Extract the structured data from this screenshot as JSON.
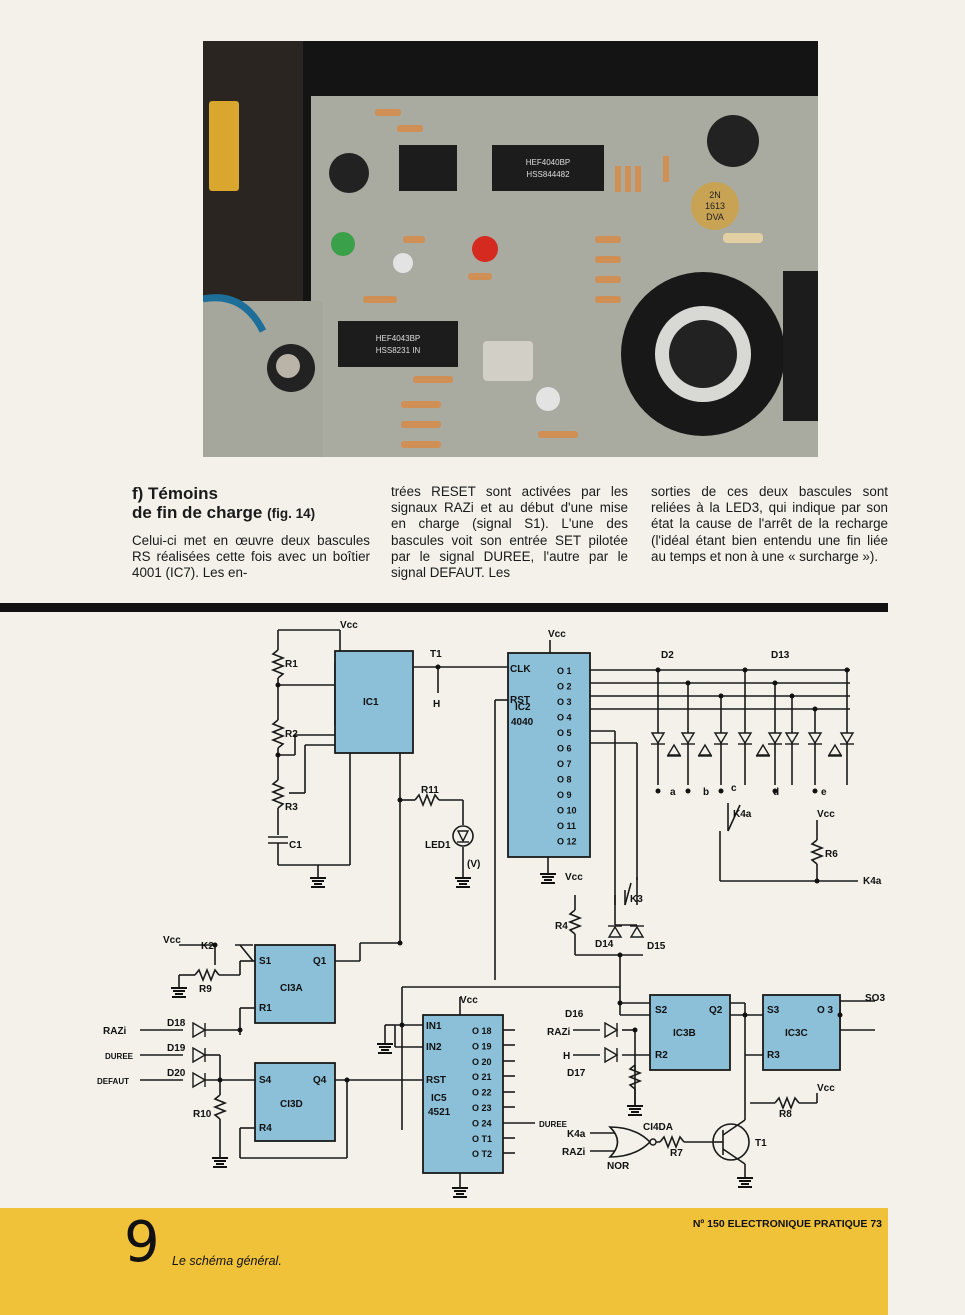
{
  "section": {
    "heading_line1": "f) Témoins",
    "heading_line2": "de fin de charge",
    "heading_ref": "(fig. 14)",
    "col1": "Celui-ci met en œuvre deux bascules RS réalisées cette fois avec un boîtier 4001 (IC7). Les en-",
    "col2": "trées RESET sont activées par les signaux RAZi et au début d'une mise en charge (signal S1). L'une des bascules voit son entrée SET pilotée par le signal DUREE, l'autre par le signal DEFAUT. Les",
    "col3": "sorties de ces deux bascules sont reliées à la LED3, qui indique par son état la cause de l'arrêt de la recharge (l'idéal étant bien entendu une fin liée au temps et non à une « surcharge »)."
  },
  "photo": {
    "chip1": "HEF4040BP",
    "chip1b": "HSS844482",
    "chip2": "HEF4043BP",
    "chip2b": "HSS8231 IN",
    "transistor_l1": "2N",
    "transistor_l2": "1613",
    "transistor_l3": "DVA"
  },
  "schematic": {
    "vcc": "Vcc",
    "ic1": "IC1",
    "ic2": "IC2",
    "ic2b": "4040",
    "ic5": "IC5",
    "ic5b": "4521",
    "ci3a": "CI3A",
    "ci3d": "CI3D",
    "ic3b": "IC3B",
    "ic3c": "IC3C",
    "ci4da": "CI4DA",
    "nor": "NOR",
    "t1": "T1",
    "h": "H",
    "clk": "CLK",
    "rst": "RST",
    "r1": "R1",
    "r2": "R2",
    "r3": "R3",
    "c1": "C1",
    "r4": "R4",
    "r6": "R6",
    "r7": "R7",
    "r8": "R8",
    "r9": "R9",
    "r10": "R10",
    "r11": "R11",
    "led1": "LED1",
    "v": "(V)",
    "d2": "D2",
    "d13": "D13",
    "d14": "D14",
    "d15": "D15",
    "d16": "D16",
    "d17": "D17",
    "d18": "D18",
    "d19": "D19",
    "d20": "D20",
    "k2": "K2",
    "k3": "K3",
    "k4a": "K4a",
    "razi": "RAZi",
    "duree": "DUREE",
    "defaut": "DEFAUT",
    "so3": "SO3",
    "s1": "S1",
    "q1": "Q1",
    "r1pin": "R1",
    "s4": "S4",
    "q4": "Q4",
    "r4pin": "R4",
    "s2": "S2",
    "q2": "Q2",
    "r2pin": "R2",
    "s3": "S3",
    "o3pin": "O 3",
    "r3pin": "R3",
    "in1": "IN1",
    "in2": "IN2",
    "a": "a",
    "b": "b",
    "c": "c",
    "d": "d",
    "e": "e",
    "q_outputs": [
      "O 1",
      "O 2",
      "O 3",
      "O 4",
      "O 5",
      "O 6",
      "O 7",
      "O 8",
      "O 9",
      "O 10",
      "O 11",
      "O 12"
    ],
    "ic5_outputs": [
      "O 18",
      "O 19",
      "O 20",
      "O 21",
      "O 22",
      "O 23",
      "O 24",
      "O T1",
      "O T2"
    ]
  },
  "figure": {
    "number": "9",
    "caption": "Le schéma général."
  },
  "footer": {
    "text": "Nº 150 ELECTRONIQUE PRATIQUE 73"
  }
}
